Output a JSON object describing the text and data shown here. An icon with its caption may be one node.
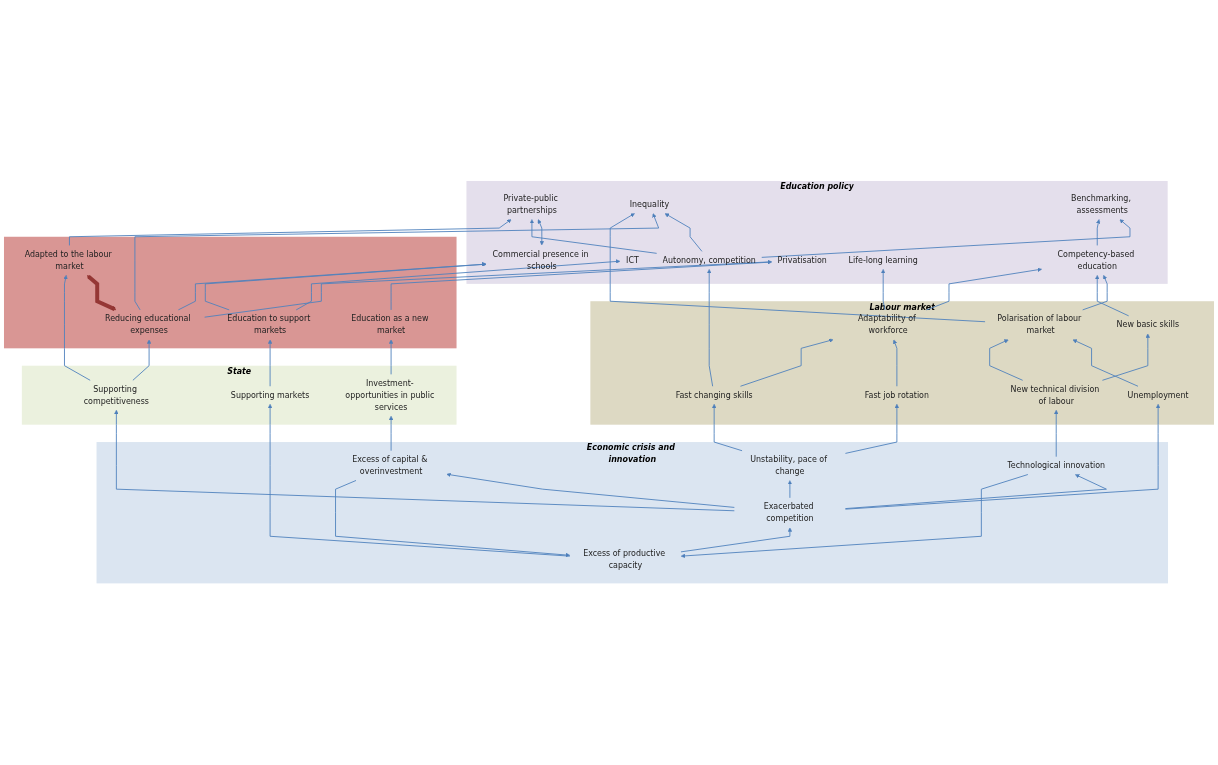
{
  "diagram": {
    "nodes": [
      {
        "text": [
          "Education policy"
        ]
      },
      {
        "text": [
          "Commercial presence in schools"
        ],
        "in": 0
      },
      {
        "text": [
          "Private-public partnerships"
        ],
        "in": 0
      },
      {
        "text": [
          "Autonomy, competition"
        ],
        "in": 0
      },
      {
        "text": [
          "ICT"
        ],
        "in": 0
      },
      {
        "text": [
          "Inequality"
        ],
        "in": 0
      },
      {
        "text": [
          "Benchmarking, assessments"
        ],
        "in": 0
      },
      {
        "text": [
          "Competency-based education"
        ],
        "in": 0
      },
      {
        "text": [
          "Privatisation"
        ],
        "in": 0
      },
      {
        "text": [
          "Life-long learning"
        ],
        "in": 0
      },
      {
        "text": [],
        "shape": "band"
      },
      {
        "text": [
          "Education as a new market"
        ],
        "in": 10
      },
      {
        "text": [
          "Education to support markets"
        ],
        "in": 10
      },
      {
        "text": [
          "Reducing educational expenses"
        ],
        "in": 10
      },
      {
        "text": [
          "Adapted to the labour market"
        ],
        "in": 10
      },
      {
        "text": [
          "Labour market"
        ]
      },
      {
        "text": [
          "Polarisation of labour market"
        ],
        "in": 15
      },
      {
        "text": [
          "New basic skills"
        ],
        "in": 15
      },
      {
        "text": [
          "Adaptability of workforce"
        ],
        "in": 15
      },
      {
        "text": [
          "Unemployment"
        ],
        "in": 15
      },
      {
        "text": [
          "New technical division of labour"
        ],
        "in": 15
      },
      {
        "text": [
          "Fast job rotation"
        ],
        "in": 15
      },
      {
        "text": [
          "Fast changing skills"
        ],
        "in": 15
      },
      {
        "text": [
          "State"
        ]
      },
      {
        "text": [
          "Investment- opportunities in public services"
        ],
        "in": 23
      },
      {
        "text": [
          "Supporting markets"
        ],
        "in": 23
      },
      {
        "text": [
          "Supporting competitiveness"
        ],
        "in": 23
      },
      {
        "text": [
          "Economic crisis and innovation"
        ]
      },
      {
        "text": [
          "Excess of productive capacity"
        ],
        "in": 27
      },
      {
        "text": [
          "Technological innovation"
        ],
        "in": 27
      },
      {
        "text": [
          "Excess of capital & overinvestment"
        ],
        "in": 27
      },
      {
        "text": [
          "Exacerbated competition"
        ],
        "in": 27
      },
      {
        "text": [
          "Unstability, pace of change"
        ],
        "in": 27
      }
    ],
    "edges": [
      {
        "from": 1,
        "to": 2,
        "arrow": "both"
      },
      {
        "from": 3,
        "to": 2,
        "arrow": "to"
      },
      {
        "from": 3,
        "to": 6,
        "arrow": "to"
      },
      {
        "from": 3,
        "to": 5,
        "arrow": "to"
      },
      {
        "from": 7,
        "to": 6,
        "arrow": "to"
      },
      {
        "from": 11,
        "to": 8,
        "arrow": "to"
      },
      {
        "from": 12,
        "to": 4,
        "arrow": "to"
      },
      {
        "from": 12,
        "to": 1,
        "arrow": "to"
      },
      {
        "from": 13,
        "to": 1,
        "arrow": "to"
      },
      {
        "from": 13,
        "to": 8,
        "arrow": "to"
      },
      {
        "from": 13,
        "to": 5,
        "arrow": "to"
      },
      {
        "from": 14,
        "to": 2,
        "arrow": "to"
      },
      {
        "from": 13,
        "to": 14,
        "arrow": "both",
        "style": "thick",
        "color": "#953735"
      },
      {
        "from": 16,
        "to": 5,
        "arrow": "to"
      },
      {
        "from": 16,
        "to": 7,
        "arrow": "to"
      },
      {
        "from": 17,
        "to": 7,
        "arrow": "to"
      },
      {
        "from": 18,
        "to": 7,
        "arrow": "to"
      },
      {
        "from": 18,
        "to": 9,
        "arrow": "to"
      },
      {
        "from": 22,
        "to": 3,
        "arrow": "to"
      },
      {
        "from": 19,
        "to": 16,
        "arrow": "to"
      },
      {
        "from": 20,
        "to": 16,
        "arrow": "to"
      },
      {
        "from": 20,
        "to": 17,
        "arrow": "to"
      },
      {
        "from": 21,
        "to": 18,
        "arrow": "to"
      },
      {
        "from": 22,
        "to": 18,
        "arrow": "to"
      },
      {
        "from": 24,
        "to": 11,
        "arrow": "to"
      },
      {
        "from": 25,
        "to": 12,
        "arrow": "to"
      },
      {
        "from": 26,
        "to": 13,
        "arrow": "to"
      },
      {
        "from": 26,
        "to": 14,
        "arrow": "to"
      },
      {
        "from": 28,
        "to": 25,
        "arrow": "to"
      },
      {
        "from": 30,
        "to": 24,
        "arrow": "to"
      },
      {
        "from": 30,
        "to": 28,
        "arrow": "to"
      },
      {
        "from": 28,
        "to": 31,
        "arrow": "to"
      },
      {
        "from": 29,
        "to": 28,
        "arrow": "to"
      },
      {
        "from": 31,
        "to": 30,
        "arrow": "to"
      },
      {
        "from": 31,
        "to": 29,
        "arrow": "to"
      },
      {
        "from": 31,
        "to": 32,
        "arrow": "to"
      },
      {
        "from": 31,
        "to": 26,
        "arrow": "to"
      },
      {
        "from": 31,
        "to": 19,
        "arrow": "to"
      },
      {
        "from": 29,
        "to": 20,
        "arrow": "to"
      },
      {
        "from": 32,
        "to": 21,
        "arrow": "to"
      },
      {
        "from": 32,
        "to": 22,
        "arrow": "to"
      }
    ]
  }
}
